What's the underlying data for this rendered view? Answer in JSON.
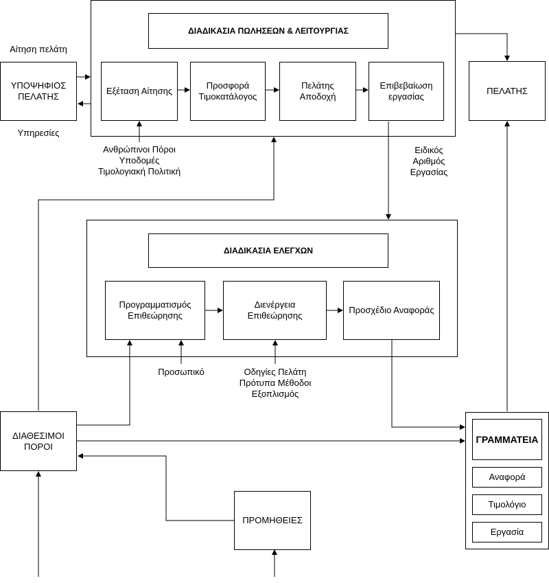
{
  "sales": {
    "title": "ΔΙΑΔΙΚΑΣΙΑ ΠΩΛΗΣΕΩΝ & ΛΕΙΤΟΥΡΓΙΑΣ",
    "steps": [
      "Εξέταση Αίτησης",
      "Προσφορά\nΤιμοκατάλογος",
      "Πελάτης\nΑποδοχή",
      "Επιβεβαίωση\nεργασίας"
    ],
    "inputs": "Ανθρώπινοι Πόροι\nΥποδομές\nΤιμολογιακή Πολιτική"
  },
  "prospective_client": {
    "label": "ΥΠΟΨΗΦΙΟΣ\nΠΕΛΑΤΗΣ",
    "request": "Αίτηση πελάτη",
    "services": "Υπηρεσίες"
  },
  "client": {
    "label": "ΠΕΛΑΤΗΣ"
  },
  "job_number": "Ειδικός\nΑριθμός\nΕργασίας",
  "inspection": {
    "title": "ΔΙΑΔΙΚΑΣΙΑ ΕΛΕΓΧΩΝ",
    "steps": [
      "Προγραμματισμός\nΕπιθεώρησης",
      "Διενέργεια\nΕπιθεώρησης",
      "Προσχέδιο Αναφοράς"
    ],
    "staff": "Προσωπικό",
    "inputs": "Οδηγίες Πελάτη\nΠρότυπα Μέθοδοι\nΕξοπλισμός"
  },
  "resources": {
    "label": "ΔΙΑΘΕΣΙΜΟΙ\nΠΟΡΟΙ"
  },
  "supplies": {
    "label": "ΠΡΟΜΗΘΕΙΕΣ"
  },
  "secretariat": {
    "title": "ΓΡΑΜΜΑΤΕΙΑ",
    "items": [
      "Αναφορά",
      "Τιμολόγιο",
      "Εργασία"
    ]
  }
}
